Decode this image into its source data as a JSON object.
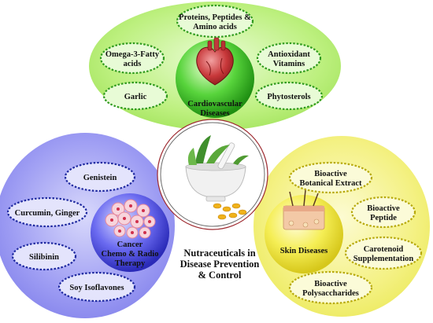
{
  "cardio": {
    "center": [
      "Cardiovascular",
      "Diseases"
    ],
    "items": [
      [
        "Proteins, Peptides &",
        "Amino acids"
      ],
      [
        "Omega-3-Fatty",
        "acids"
      ],
      [
        "Antioxidant",
        "Vitamins"
      ],
      [
        "Garlic"
      ],
      [
        "Phytosterols"
      ]
    ]
  },
  "cancer": {
    "center": [
      "Cancer",
      "Chemo & Radio",
      "Therapy"
    ],
    "items": [
      [
        "Genistein"
      ],
      [
        "Curcumin, Ginger"
      ],
      [
        "Silibinin"
      ],
      [
        "Soy Isoflavones"
      ]
    ]
  },
  "skin": {
    "center": [
      "Skin Diseases"
    ],
    "items": [
      [
        "Bioactive",
        "Botanical Extract"
      ],
      [
        "Bioactive",
        "Peptide"
      ],
      [
        "Carotenoid",
        "Supplementation"
      ],
      [
        "Bioactive",
        "Polysaccharides"
      ]
    ]
  },
  "title": [
    "Nutraceuticals in",
    "Disease Prevention",
    "& Control"
  ],
  "colors": {
    "green": "#b8ef7a",
    "blue": "#8f8ff2",
    "yellow": "#f3f07a",
    "border_blue": "#1f2aa0"
  }
}
